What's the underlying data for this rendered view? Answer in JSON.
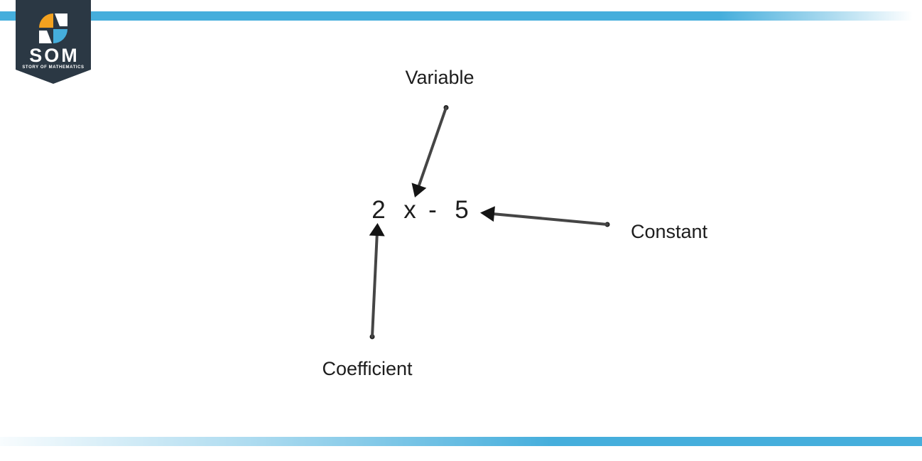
{
  "page": {
    "width": "1298",
    "height": "649",
    "background": "#ffffff"
  },
  "colors": {
    "accent_blue": "#45aedc",
    "badge_navy": "#2b3844",
    "logo_orange": "#f4a21f",
    "text_dark": "#1d1d1d",
    "arrow_gray": "#454545"
  },
  "logo": {
    "text": "SOM",
    "subtext": "STORY OF MATHEMATICS"
  },
  "expression": {
    "coefficient": "2",
    "variable": "x",
    "operator": "-",
    "constant": "5"
  },
  "labels": {
    "variable": "Variable",
    "coefficient": "Coefficient",
    "constant": "Constant"
  }
}
